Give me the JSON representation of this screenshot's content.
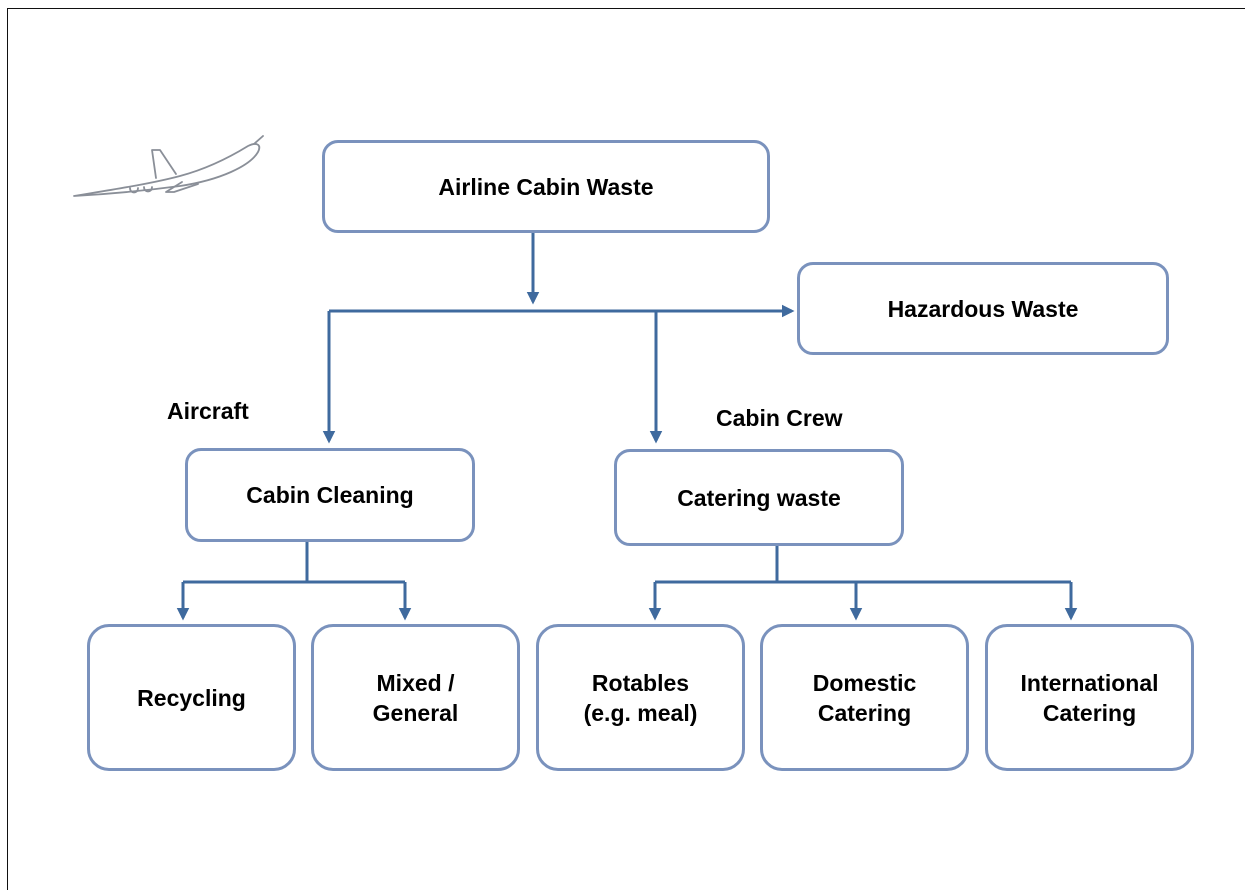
{
  "diagram": {
    "root": "Airline Cabin Waste",
    "hazardous": "Hazardous Waste",
    "branch_labels": {
      "aircraft": "Aircraft",
      "cabin_crew": "Cabin Crew"
    },
    "cabin_cleaning": {
      "label": "Cabin Cleaning",
      "children": [
        "Recycling",
        "Mixed /\nGeneral"
      ]
    },
    "catering_waste": {
      "label": "Catering waste",
      "children": [
        "Rotables\n(e.g. meal)",
        "Domestic\nCatering",
        "International\nCatering"
      ]
    }
  },
  "colors": {
    "box_border": "#7a92bd",
    "connector": "#3f6a9e",
    "plane_stroke": "#8a8f98"
  },
  "icons": {
    "decoration": "airplane-icon"
  }
}
